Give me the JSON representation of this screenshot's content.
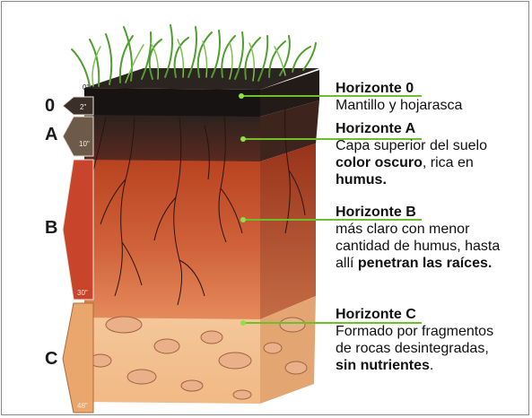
{
  "horizons": [
    {
      "letter": "0",
      "depth_mark": "2\"",
      "title": "Horizonte 0",
      "lines": [
        [
          {
            "text": "Mantillo y hojarasca",
            "bold": false
          }
        ]
      ]
    },
    {
      "letter": "A",
      "depth_mark": "10\"",
      "title": "Horizonte A",
      "lines": [
        [
          {
            "text": "Capa superior del suelo",
            "bold": false
          }
        ],
        [
          {
            "text": "color oscuro",
            "bold": true
          },
          {
            "text": ", rica en",
            "bold": false
          }
        ],
        [
          {
            "text": "humus.",
            "bold": true
          }
        ]
      ]
    },
    {
      "letter": "B",
      "depth_mark": "30\"",
      "title": "Horizonte B",
      "lines": [
        [
          {
            "text": "más claro con menor",
            "bold": false
          }
        ],
        [
          {
            "text": "cantidad de humus, hasta",
            "bold": false
          }
        ],
        [
          {
            "text": "allí ",
            "bold": false
          },
          {
            "text": "penetran las raíces.",
            "bold": true
          }
        ]
      ]
    },
    {
      "letter": "C",
      "depth_mark": "48\"",
      "title": "Horizonte C",
      "lines": [
        [
          {
            "text": "Formado por fragmentos",
            "bold": false
          }
        ],
        [
          {
            "text": "de rocas desintegradas,",
            "bold": false
          }
        ],
        [
          {
            "text": "sin nutrientes",
            "bold": true
          },
          {
            "text": ".",
            "bold": false
          }
        ]
      ]
    }
  ],
  "top_depth_mark": "0\"",
  "colors": {
    "marker_line": "#6fbf2a",
    "scale_o": "#3b3029",
    "scale_a": "#6e5a48",
    "scale_b": "#c8442a",
    "scale_c": "#e9a76e"
  }
}
